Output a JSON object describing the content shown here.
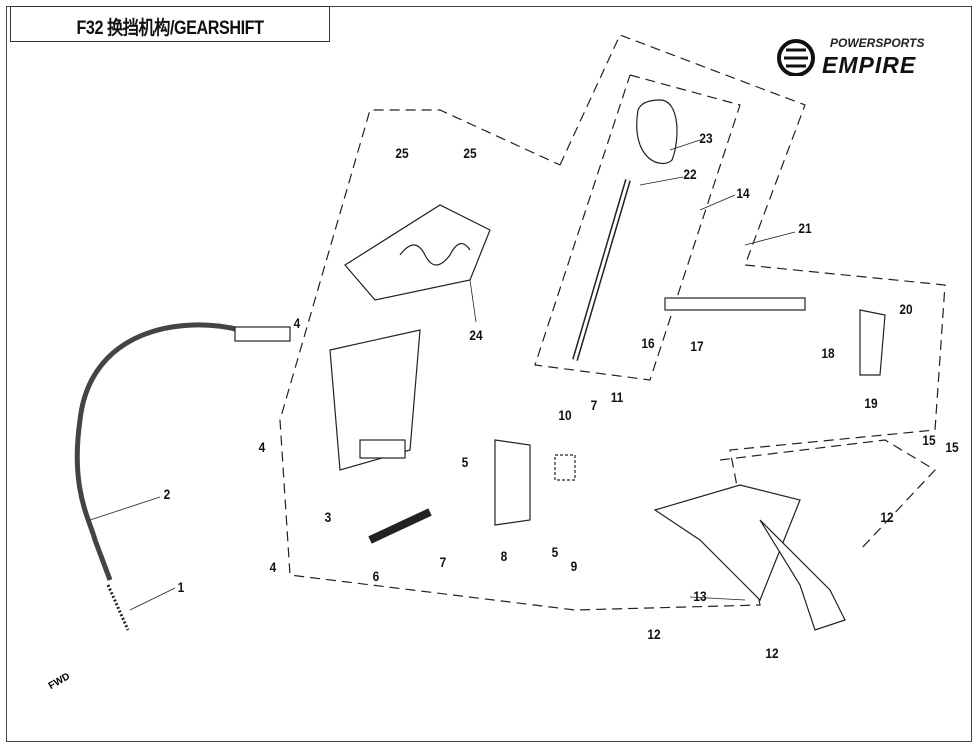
{
  "header": {
    "title": "F32 换挡机构/GEARSHIFT"
  },
  "logo": {
    "line1": "POWERSPORTS",
    "line2": "EMPIRE"
  },
  "watermark": "POWERSPORTS EMPIRE",
  "direction_label": "FWD",
  "callouts": [
    "25",
    "25",
    "23",
    "22",
    "14",
    "21",
    "4",
    "24",
    "16",
    "17",
    "18",
    "20",
    "19",
    "10",
    "7",
    "11",
    "4",
    "5",
    "2",
    "3",
    "8",
    "7",
    "5",
    "9",
    "6",
    "4",
    "1",
    "13",
    "12",
    "15",
    "15",
    "12",
    "12"
  ]
}
